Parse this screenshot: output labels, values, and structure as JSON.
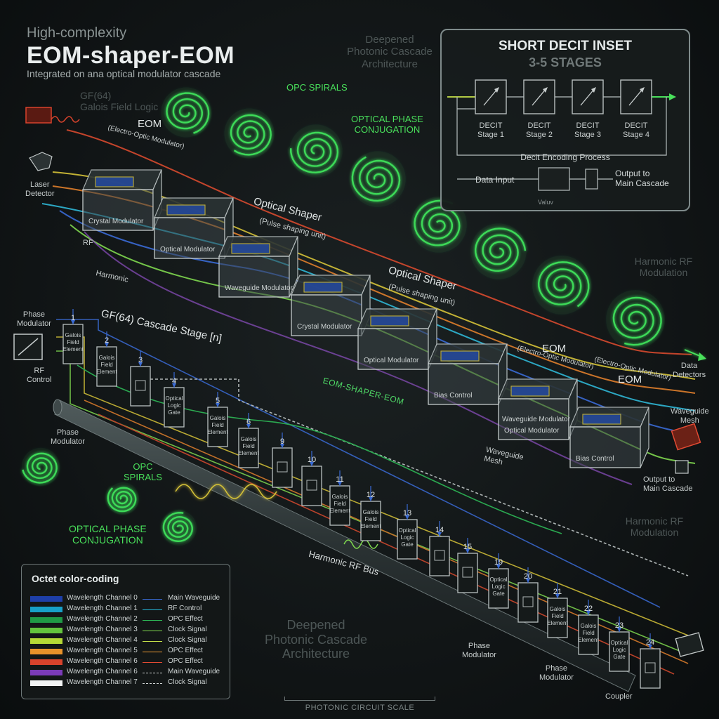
{
  "title": {
    "pre": "High-complexity",
    "main": "EOM-shaper-EOM",
    "sub": "Integrated on ana optical modulator cascade"
  },
  "labels": {
    "gf64_logic": "GF(64)\nGalois Field Logic",
    "deepened_top": "Deepened\nPhotonic Cascade\nArchitecture",
    "opc_spirals_top": "OPC SPIRALS",
    "opc_conj_top": "OPTICAL PHASE\nCONJUGATION",
    "laser": "Laser\nDetector",
    "rf": "RF",
    "harmonic": "Harmonic",
    "eom_left": "EOM",
    "eom_left_sub": "(Electro-Optic Modulator)",
    "optical_shaper_1": "Optical Shaper",
    "optical_shaper_1_sub": "(Pulse shaping unit)",
    "optical_shaper_2": "Optical Shaper",
    "optical_shaper_2_sub": "(Pulse shaping unit)",
    "harmonic_rf_top": "Harmonic RF\nModulation",
    "data_detectors": "Data\nDetectors",
    "phase_mod_left": "Phase\nModulator",
    "rf_control": "RF\nControl",
    "gf_stage": "GF(64) Cascade Stage [n]",
    "eom_shaper_eom": "EOM-SHAPER-EOM",
    "eom_right1": "EOM",
    "eom_right1_sub": "(Electro-Optic Modulator)",
    "eom_right2": "EOM",
    "eom_right2_sub": "(Electro-Optic Modulator)",
    "waveguide_mesh_right": "Waveguide\nMesh",
    "waveguide_mesh_mid": "Waveguide\nMesh",
    "output_main": "Output to\nMain Cascade",
    "phase_mod_mid": "Phase\nModulator",
    "opc_spirals_bottom": "OPC\nSPIRALS",
    "opc_conj_bottom": "OPTICAL PHASE\nCONJUGATION",
    "harmonic_rf_bottom": "Harmonic RF\nModulation",
    "harmonic_rf_bus": "Harmonic RF Bus",
    "deepened_bottom": "Deepened\nPhotonic Cascade\nArchitecture",
    "phase_mod_bottom1": "Phase\nModulator",
    "phase_mod_bottom2": "Phase\nModulator",
    "coupler": "Coupler",
    "scale": "PHOTONIC CIRCUIT SCALE"
  },
  "modules": [
    {
      "name": "Crystal Modulator"
    },
    {
      "name": "Optical Modulator"
    },
    {
      "name": "Waveguide Modulator"
    },
    {
      "name": "Crystal Modulator"
    },
    {
      "name": "Optical Modulator"
    },
    {
      "name": "Bias Control"
    },
    {
      "name": "Optical Modulator"
    },
    {
      "name": "Bias Control"
    },
    {
      "name": "Waveguide Modulator"
    }
  ],
  "cascade_stages": [
    {
      "n": "1",
      "text": "Galois Field Element"
    },
    {
      "n": "2",
      "text": "Galois Field Element"
    },
    {
      "n": "3",
      "text": ""
    },
    {
      "n": "4",
      "text": "Optical Logic Gate"
    },
    {
      "n": "5",
      "text": "Galois Field Element"
    },
    {
      "n": "6",
      "text": "Galois Field Element"
    },
    {
      "n": "9",
      "text": ""
    },
    {
      "n": "10",
      "text": ""
    },
    {
      "n": "11",
      "text": "Galois Field Element"
    },
    {
      "n": "12",
      "text": "Galois Field Element"
    },
    {
      "n": "13",
      "text": "Optical Logic Gate"
    },
    {
      "n": "14",
      "text": ""
    },
    {
      "n": "15",
      "text": ""
    },
    {
      "n": "19",
      "text": "Optical Logic Gate"
    },
    {
      "n": "20",
      "text": ""
    },
    {
      "n": "21",
      "text": "Galois Field Element"
    },
    {
      "n": "22",
      "text": "Galois Field Element"
    },
    {
      "n": "23",
      "text": "Optical Logic Gate"
    },
    {
      "n": "24",
      "text": ""
    }
  ],
  "inset": {
    "title": "SHORT DECIT INSET",
    "subtitle": "3-5 STAGES",
    "stages": [
      "DECIT\nStage 1",
      "DECIT\nStage 2",
      "DECIT\nStage 3",
      "DECIT\nStage 4"
    ],
    "process": "Decit Encoding Process",
    "data_input": "Data Input",
    "output": "Output to\nMain Cascade",
    "value_label": "Valuv"
  },
  "legend": {
    "title": "Octet color-coding",
    "rows": [
      {
        "channel": "Wavelength Channel 0",
        "color": "#1e3fa8",
        "line": "Main Waveguide",
        "line_color": "#3a6bd6",
        "dashed": false
      },
      {
        "channel": "Wavelength Channel 1",
        "color": "#17a0c8",
        "line": "RF Control",
        "line_color": "#25b6d8",
        "dashed": false
      },
      {
        "channel": "Wavelength Channel 2",
        "color": "#1f9a45",
        "line": "OPC Effect",
        "line_color": "#2fc25a",
        "dashed": false
      },
      {
        "channel": "Wavelength Channel 3",
        "color": "#63c43d",
        "line": "Clock Signal",
        "line_color": "#7fd84f",
        "dashed": false
      },
      {
        "channel": "Wavelength Channel 4",
        "color": "#b5d936",
        "line": "Clock Signal",
        "line_color": "#c9e44a",
        "dashed": false
      },
      {
        "channel": "Wavelength Channel 5",
        "color": "#e8922a",
        "line": "OPC Effect",
        "line_color": "#ee9a34",
        "dashed": false
      },
      {
        "channel": "Wavelength Channel 6",
        "color": "#d8432c",
        "line": "OPC Effect",
        "line_color": "#e24a33",
        "dashed": false
      },
      {
        "channel": "Wavelength Channel 6",
        "color": "#7b3bb8",
        "line": "Main Waveguide",
        "line_color": "#d0d5d5",
        "dashed": true
      },
      {
        "channel": "Wavelength Channel 7",
        "color": "#f2f4f4",
        "line": "Clock Signal",
        "line_color": "#d0d5d5",
        "dashed": true
      }
    ]
  },
  "colors": {
    "spiral": "#3fe05a",
    "waveguide_blue": "#3a6bd6",
    "signal_yellow": "#d6c338",
    "signal_orange": "#e07f2c",
    "signal_red": "#d84a2e",
    "signal_cyan": "#2fb7d6"
  }
}
